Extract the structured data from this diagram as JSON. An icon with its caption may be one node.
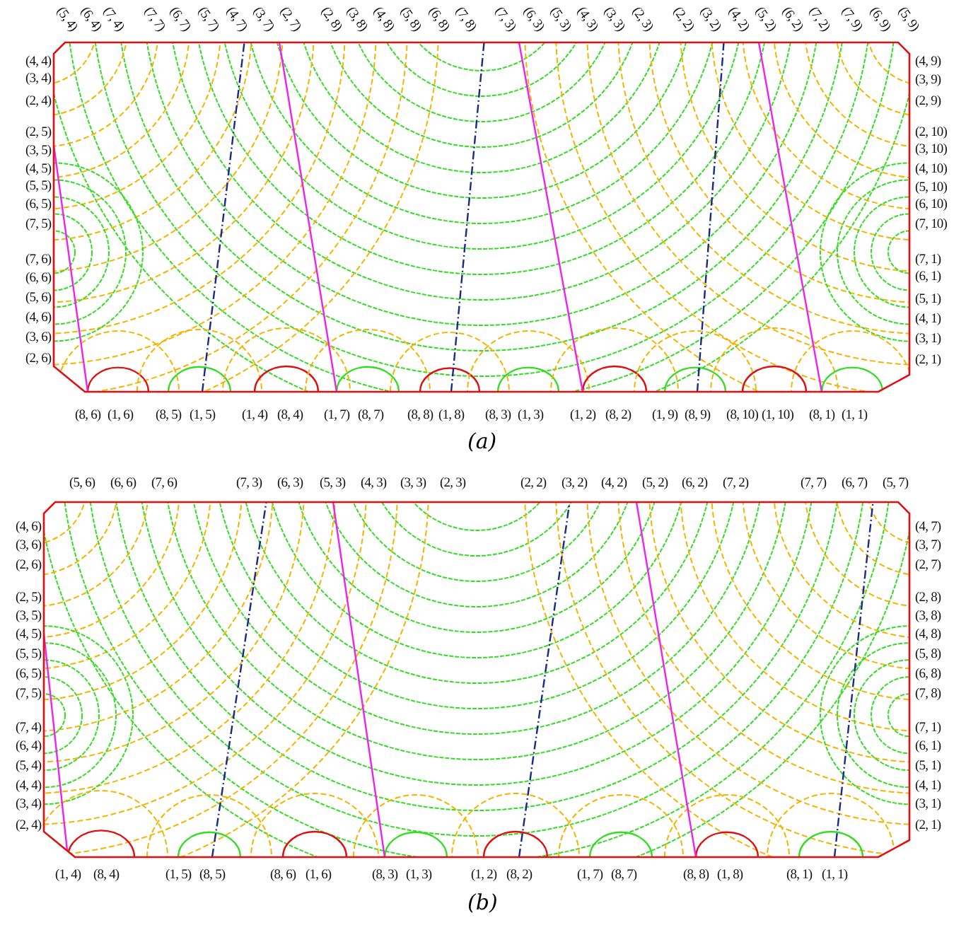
{
  "diagram": {
    "labels": [
      "(5, 4)",
      "(6, 4)",
      "(7, 4)",
      "(7, 7)",
      "(6, 7)",
      "(5, 7)",
      "(4, 7)",
      "(3, 7)",
      "(2, 7)",
      "(2, 8)",
      "(3, 8)",
      "(4, 8)",
      "(5, 8)",
      "(6, 8)",
      "(7, 8)",
      "(7, 3)",
      "(6, 3)",
      "(5, 3)",
      "(4, 3)",
      "(3, 3)",
      "(2, 3)",
      "(2, 2)",
      "(3, 2)",
      "(4, 2)",
      "(5, 2)",
      "(6, 2)",
      "(7, 2)",
      "(7, 9)",
      "(6, 9)",
      "(5, 9)",
      "(4, 4)",
      "(3, 4)",
      "(2, 4)",
      "(2, 5)",
      "(3, 5)",
      "(4, 5)",
      "(5, 5)",
      "(6, 5)",
      "(7, 5)",
      "(7, 6)",
      "(6, 6)",
      "(5, 6)",
      "(4, 6)",
      "(3, 6)",
      "(2, 6)",
      "(4, 9)",
      "(3, 9)",
      "(2, 9)",
      "(2, 10)",
      "(3, 10)",
      "(4, 10)",
      "(5, 10)",
      "(6, 10)",
      "(7, 10)",
      "(7, 1)",
      "(6, 1)",
      "(5, 1)",
      "(4, 1)",
      "(3, 1)",
      "(2, 1)",
      "(8, 6)",
      "(1, 6)",
      "(8, 5)",
      "(1, 5)",
      "(1, 4)",
      "(8, 4)",
      "(1, 7)",
      "(8, 7)",
      "(8, 8)",
      "(1, 8)",
      "(8, 3)",
      "(1, 3)",
      "(1, 2)",
      "(8, 2)",
      "(1, 9)",
      "(8, 9)",
      "(8, 10)",
      "(1, 10)",
      "(8, 1)",
      "(1, 1)",
      "(a)",
      "(5, 6)",
      "(6, 6)",
      "(7, 6)",
      "(7, 3)",
      "(6, 3)",
      "(5, 3)",
      "(4, 3)",
      "(3, 3)",
      "(2, 3)",
      "(2, 2)",
      "(3, 2)",
      "(4, 2)",
      "(5, 2)",
      "(6, 2)",
      "(7, 2)",
      "(7, 7)",
      "(6, 7)",
      "(5, 7)",
      "(4, 6)",
      "(3, 6)",
      "(2, 6)",
      "(2, 5)",
      "(3, 5)",
      "(4, 5)",
      "(5, 5)",
      "(6, 5)",
      "(7, 5)",
      "(7, 4)",
      "(6, 4)",
      "(5, 4)",
      "(4, 4)",
      "(3, 4)",
      "(2, 4)",
      "(4, 7)",
      "(3, 7)",
      "(2, 7)",
      "(2, 8)",
      "(3, 8)",
      "(4, 8)",
      "(5, 8)",
      "(6, 8)",
      "(7, 8)",
      "(7, 1)",
      "(6, 1)",
      "(5, 1)",
      "(4, 1)",
      "(3, 1)",
      "(2, 1)",
      "(1, 4)",
      "(8, 4)",
      "(1, 5)",
      "(8, 5)",
      "(8, 6)",
      "(1, 6)",
      "(8, 3)",
      "(1, 3)",
      "(1, 2)",
      "(8, 2)",
      "(1, 7)",
      "(8, 7)",
      "(8, 8)",
      "(1, 8)",
      "(8, 1)",
      "(1, 1)",
      "(b)"
    ]
  }
}
